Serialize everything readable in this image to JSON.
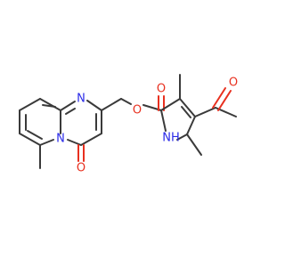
{
  "molecule": {
    "atoms": {
      "n_ring_top": "N",
      "n_ring_bridge": "N",
      "o_carbonyl_ring": "O",
      "o_ester_ether": "O",
      "o_ester_carbonyl": "O",
      "o_acetyl": "O",
      "nh_pyrrole": "NH"
    }
  },
  "colors": {
    "bond": "#3a3a3a",
    "oxygen": "#e8301f",
    "nitrogen": "#2a2ae8",
    "background": "#ffffff"
  }
}
